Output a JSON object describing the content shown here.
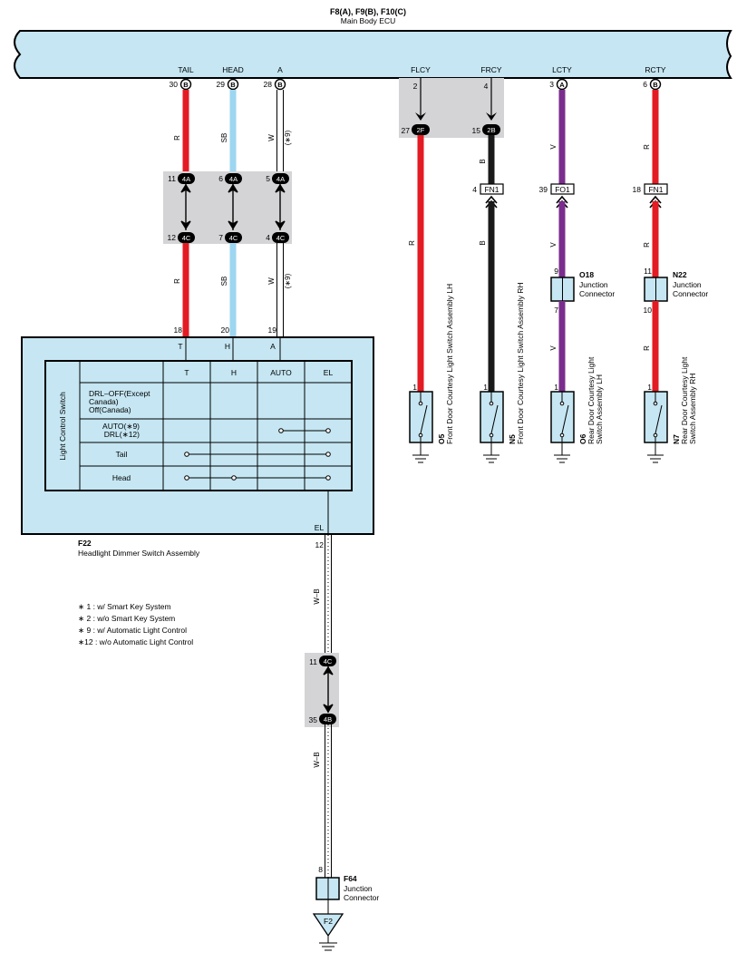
{
  "ecu": {
    "connectors": "F8(A), F9(B), F10(C)",
    "name": "Main Body ECU",
    "terminals": [
      {
        "name": "TAIL",
        "pin": "30",
        "conn": "B"
      },
      {
        "name": "HEAD",
        "pin": "29",
        "conn": "B"
      },
      {
        "name": "A",
        "pin": "28",
        "conn": "B"
      },
      {
        "name": "FLCY",
        "pin": "2",
        "conn": ""
      },
      {
        "name": "FRCY",
        "pin": "4",
        "conn": ""
      },
      {
        "name": "LCTY",
        "pin": "3",
        "conn": "A"
      },
      {
        "name": "RCTY",
        "pin": "6",
        "conn": "B"
      }
    ]
  },
  "wire_colors": {
    "R": "#e31b23",
    "SB": "#9dd6f0",
    "W": "#ffffff",
    "B": "#1a1a1a",
    "V": "#7b2d8e",
    "WB": "#ffffff"
  },
  "wire_labels": {
    "R": "R",
    "SB": "SB",
    "W": "W",
    "B": "B",
    "V": "V",
    "WB": "W–B",
    "note9": "(∗9)"
  },
  "junction_top": {
    "pins_top": [
      "11",
      "6",
      "5"
    ],
    "conns_top": [
      "4A",
      "4A",
      "4A"
    ],
    "pins_bottom": [
      "12",
      "7",
      "4"
    ],
    "conns_bottom": [
      "4C",
      "4C",
      "4C"
    ]
  },
  "fl_junction": {
    "pin_left": "27",
    "conn_left": "2F",
    "pin_right": "15",
    "conn_right": "2B"
  },
  "fn1_left": {
    "pin": "4",
    "label": "FN1"
  },
  "fo1": {
    "pin": "39",
    "label": "FO1"
  },
  "fn1_right": {
    "pin": "18",
    "label": "FN1"
  },
  "o18": {
    "id": "O18",
    "line1": "Junction",
    "line2": "Connector",
    "pin_top": "9",
    "pin_bottom": "7"
  },
  "n22": {
    "id": "N22",
    "line1": "Junction",
    "line2": "Connector",
    "pin_top": "11",
    "pin_bottom": "10"
  },
  "switches": [
    {
      "id": "O5",
      "name": "Front Door Courtesy Light Switch Assembly LH",
      "pin": "1"
    },
    {
      "id": "N5",
      "name": "Front Door Courtesy Light Switch Assembly RH",
      "pin": "1"
    },
    {
      "id": "O6",
      "line1": "Rear Door Courtesy Light",
      "line2": "Switch Assembly LH",
      "pin": "1"
    },
    {
      "id": "N7",
      "line1": "Rear Door Courtesy Light",
      "line2": "Switch Assembly RH",
      "pin": "1"
    }
  ],
  "dimmer": {
    "id": "F22",
    "name": "Headlight Dimmer Switch Assembly",
    "pins": [
      "18",
      "20",
      "19"
    ],
    "terminals": [
      "T",
      "H",
      "A"
    ],
    "el_terminal": "EL",
    "el_pin": "12",
    "side_label": "Light Control Switch",
    "columns": [
      "T",
      "H",
      "AUTO",
      "EL"
    ],
    "rows": [
      {
        "line1": "DRL–OFF(Except",
        "line2": "Canada)",
        "line3": "Off(Canada)"
      },
      {
        "line1": "AUTO(∗9)",
        "line2": "DRL(∗12)"
      },
      {
        "line1": "Tail"
      },
      {
        "line1": "Head"
      }
    ]
  },
  "notes": [
    "∗ 1 : w/ Smart Key System",
    "∗ 2 : w/o Smart Key System",
    "∗ 9 : w/ Automatic Light Control",
    "∗12 : w/o Automatic Light Control"
  ],
  "junction_bottom": {
    "pin_top": "11",
    "conn_top": "4C",
    "pin_bottom": "35",
    "conn_bottom": "4B"
  },
  "f64": {
    "id": "F64",
    "line1": "Junction",
    "line2": "Connector",
    "pin": "8"
  },
  "ground": {
    "label": "F2"
  }
}
